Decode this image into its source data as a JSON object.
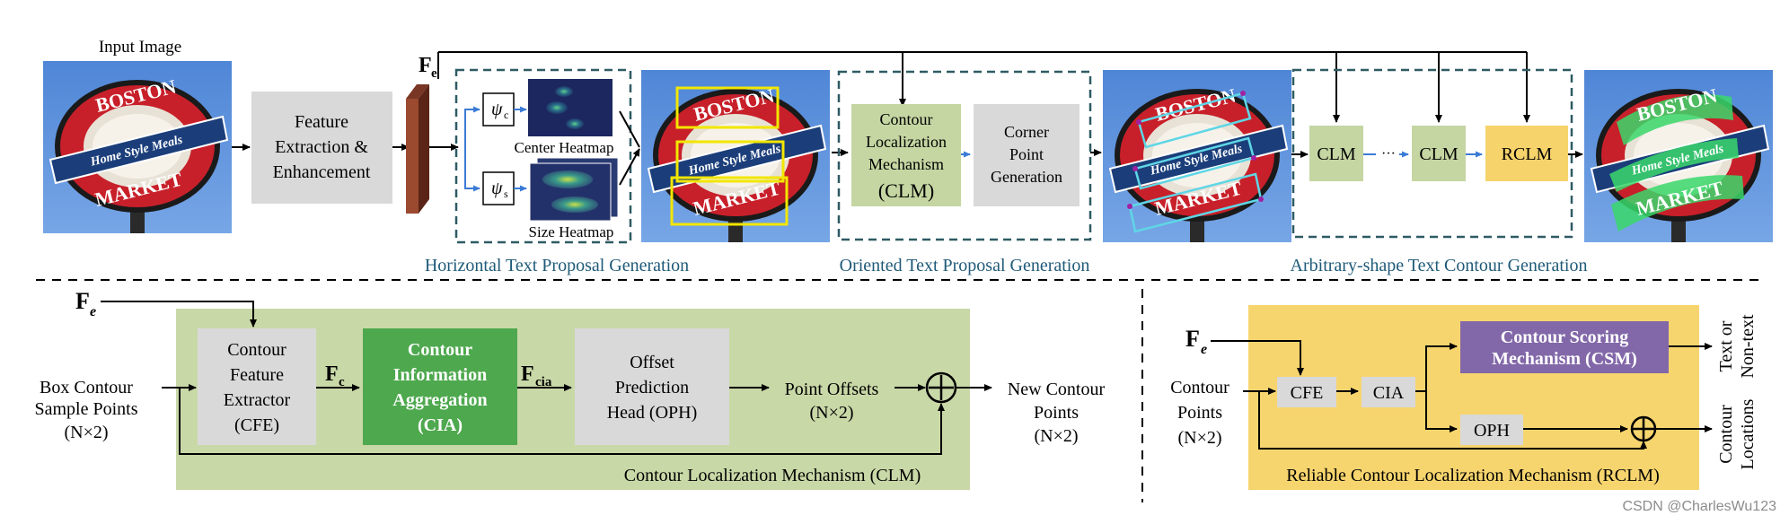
{
  "top": {
    "input_image_label": "Input Image",
    "fe_label": "F",
    "fe_sub": "e",
    "feature_box": [
      "Feature",
      "Extraction &",
      "Enhancement"
    ],
    "psi_c": "ψ",
    "psi_c_sub": "c",
    "psi_s": "ψ",
    "psi_s_sub": "s",
    "center_heatmap": "Center Heatmap",
    "size_heatmap": "Size Heatmap",
    "clm_box": [
      "Contour",
      "Localization",
      "Mechanism",
      "(CLM)"
    ],
    "corner_box": [
      "Corner",
      "Point",
      "Generation"
    ],
    "clm1": "CLM",
    "dots": "···",
    "clm2": "CLM",
    "rclm": "RCLM",
    "image_text": {
      "boston": "BOSTON",
      "home": "Home Style Meals",
      "market": "MARKET"
    },
    "captions": {
      "horizontal": "Horizontal Text Proposal Generation",
      "oriented": "Oriented Text Proposal Generation",
      "arbitrary": "Arbitrary-shape Text Contour Generation"
    }
  },
  "clm_panel": {
    "fe_label": "F",
    "fe_sub": "e",
    "input_label": [
      "Box Contour",
      "Sample Points",
      "(N×2)"
    ],
    "cfe_box": [
      "Contour",
      "Feature",
      "Extractor",
      "(CFE)"
    ],
    "fc_label": "F",
    "fc_sub": "c",
    "cia_box": [
      "Contour",
      "Information",
      "Aggregation",
      "(CIA)"
    ],
    "fcia_label": "F",
    "fcia_sub": "cia",
    "oph_box": [
      "Offset",
      "Prediction",
      "Head (OPH)"
    ],
    "offsets_label": [
      "Point Offsets",
      "(N×2)"
    ],
    "output_label": [
      "New Contour",
      "Points",
      "(N×2)"
    ],
    "caption": "Contour Localization Mechanism (CLM)"
  },
  "rclm_panel": {
    "fe_label": "F",
    "fe_sub": "e",
    "input_label": [
      "Contour",
      "Points",
      "(N×2)"
    ],
    "cfe": "CFE",
    "cia": "CIA",
    "csm_box": [
      "Contour Scoring",
      "Mechanism (CSM)"
    ],
    "oph": "OPH",
    "out_text": [
      "Text or",
      "Non-text"
    ],
    "out_contour": [
      "Contour",
      "Locations"
    ],
    "caption": "Reliable Contour Localization Mechanism (RCLM)"
  },
  "watermark": "CSDN @CharlesWu123",
  "colors": {
    "gray_box": "#d9d9d9",
    "green_box": "#c5d6a2",
    "dark_green": "#4ea84e",
    "yellow": "#f6d36b",
    "purple": "#8268a8",
    "panel_green": "#c9d8a7",
    "panel_yellow": "#f7d56e",
    "caption_blue": "#1f5a78",
    "dashed_frame": "#2e5b63",
    "sky": "#5d8fd6"
  }
}
